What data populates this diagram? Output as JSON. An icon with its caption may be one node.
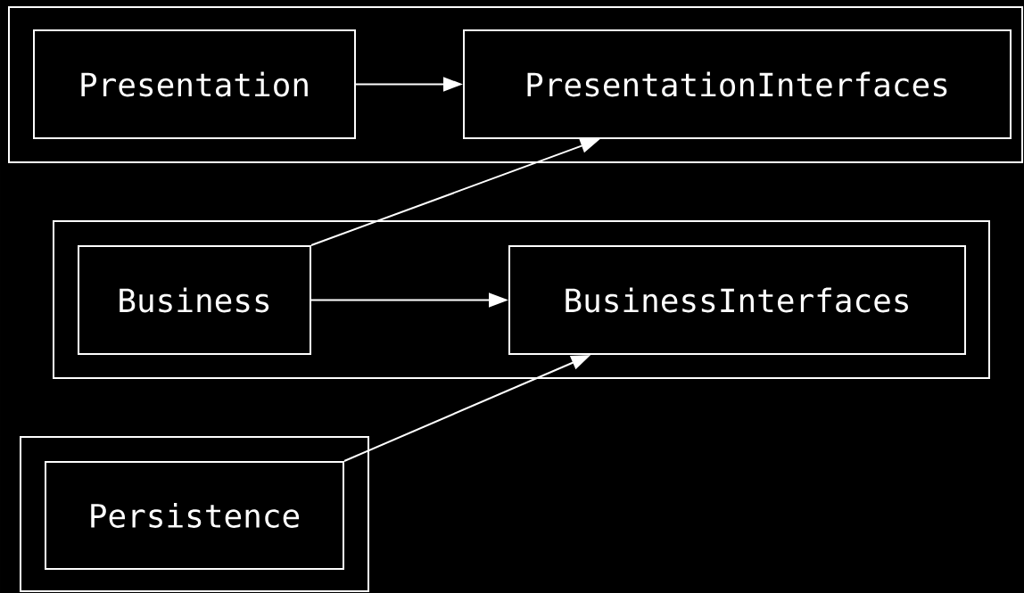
{
  "diagram": {
    "nodes": [
      {
        "text": [],
        "shape": "box"
      },
      {
        "text": [
          "Presentation"
        ],
        "in": 0
      },
      {
        "text": [
          "PresentationInterfaces"
        ],
        "in": 0
      },
      {
        "text": [],
        "shape": "box"
      },
      {
        "text": [
          "Business"
        ],
        "in": 3
      },
      {
        "text": [
          "BusinessInterfaces"
        ],
        "in": 3
      },
      {
        "text": [],
        "shape": "box"
      },
      {
        "text": [
          "Persistence"
        ],
        "in": 6
      }
    ],
    "edges": [
      {
        "from": 1,
        "to": 2,
        "arrow": "to"
      },
      {
        "from": 4,
        "to": 2,
        "arrow": "to"
      },
      {
        "from": 4,
        "to": 5,
        "arrow": "to"
      },
      {
        "from": 7,
        "to": 5,
        "arrow": "to"
      }
    ]
  }
}
